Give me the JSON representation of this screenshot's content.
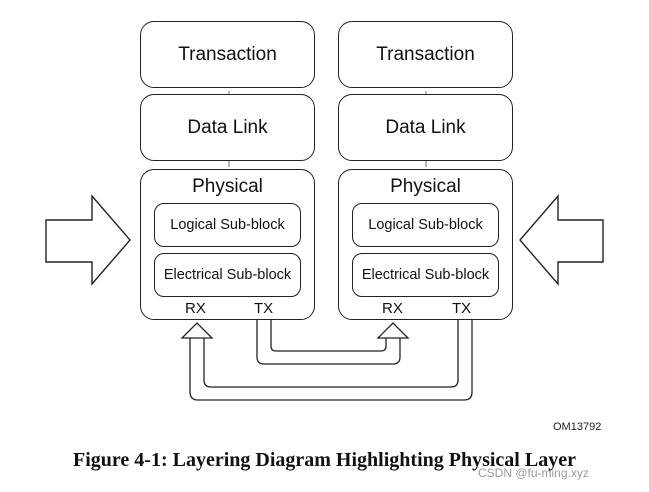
{
  "diagram": {
    "left_stack": {
      "transaction": "Transaction",
      "data_link": "Data Link",
      "physical": "Physical",
      "logical": "Logical Sub-block",
      "electrical": "Electrical Sub-block",
      "rx": "RX",
      "tx": "TX"
    },
    "right_stack": {
      "transaction": "Transaction",
      "data_link": "Data Link",
      "physical": "Physical",
      "logical": "Logical Sub-block",
      "electrical": "Electrical Sub-block",
      "rx": "RX",
      "tx": "TX"
    },
    "figure_id": "OM13792",
    "caption": "Figure 4-1:  Layering Diagram Highlighting Physical Layer",
    "watermark": "CSDN @fu-ming.xyz"
  }
}
